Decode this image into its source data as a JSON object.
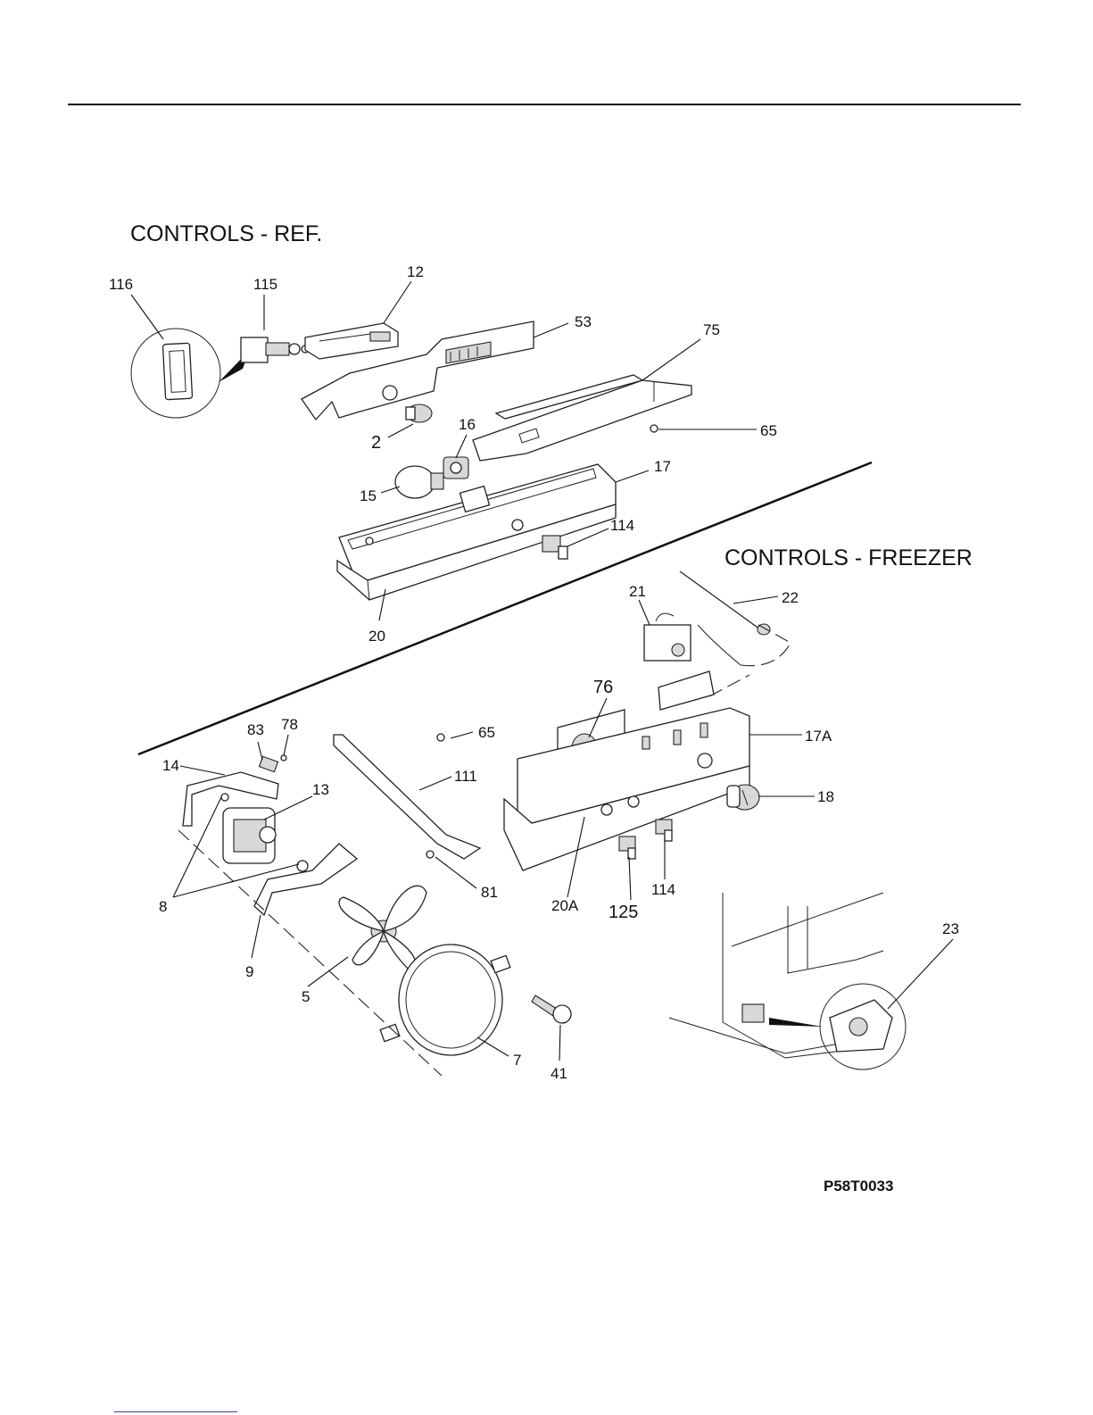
{
  "sections": {
    "refrigerator": "CONTROLS - REF.",
    "freezer": "CONTROLS - FREEZER"
  },
  "callouts": {
    "c116": "116",
    "c115": "115",
    "c12": "12",
    "c53": "53",
    "c75": "75",
    "c65a": "65",
    "c2": "2",
    "c16": "16",
    "c15": "15",
    "c17": "17",
    "c114a": "114",
    "c20": "20",
    "c21": "21",
    "c22": "22",
    "c76": "76",
    "c83": "83",
    "c78": "78",
    "c65b": "65",
    "c17A": "17A",
    "c14": "14",
    "c13": "13",
    "c111": "111",
    "c18": "18",
    "c8": "8",
    "c81": "81",
    "c20A": "20A",
    "c114b": "114",
    "c125": "125",
    "c23": "23",
    "c9": "9",
    "c5": "5",
    "c7": "7",
    "c41": "41"
  },
  "drawing_id": "P58T0033"
}
